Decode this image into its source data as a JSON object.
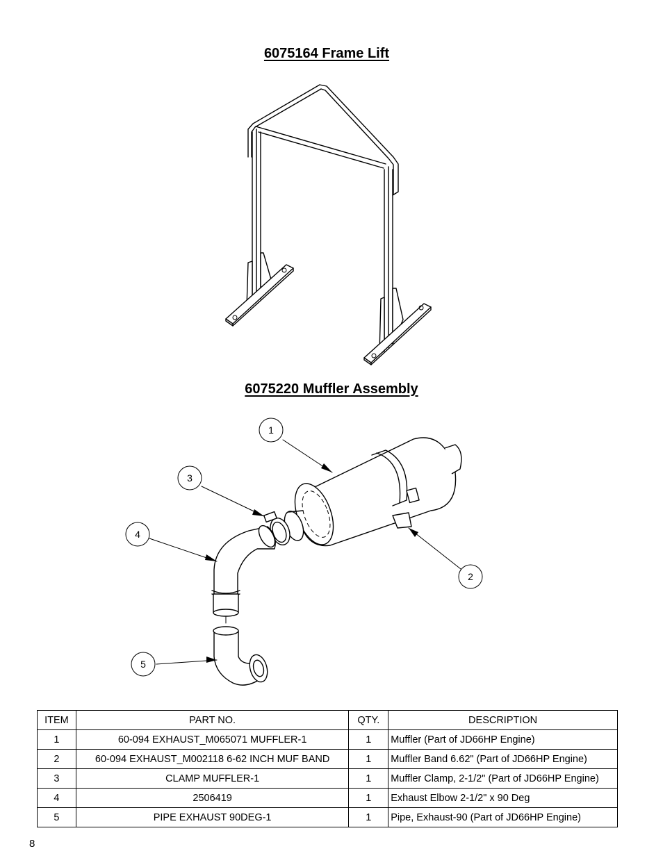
{
  "frame_title": "6075164 Frame Lift",
  "muffler_title": "6075220 Muffler Assembly",
  "callouts": [
    "1",
    "2",
    "3",
    "4",
    "5"
  ],
  "table": {
    "headers": [
      "ITEM",
      "PART NO.",
      "QTY.",
      "DESCRIPTION"
    ],
    "rows": [
      [
        "1",
        "60-094 EXHAUST_M065071 MUFFLER-1",
        "1",
        "Muffler (Part of JD66HP Engine)"
      ],
      [
        "2",
        "60-094 EXHAUST_M002118 6-62 INCH MUF BAND",
        "1",
        "Muffler Band 6.62\" (Part of JD66HP Engine)"
      ],
      [
        "3",
        "CLAMP MUFFLER-1",
        "1",
        "Muffler Clamp, 2-1/2\" (Part of JD66HP Engine)"
      ],
      [
        "4",
        "2506419",
        "1",
        "Exhaust Elbow 2-1/2\" x 90 Deg"
      ],
      [
        "5",
        "PIPE EXHAUST 90DEG-1",
        "1",
        "Pipe, Exhaust-90 (Part of JD66HP Engine)"
      ]
    ]
  },
  "page_number": "8"
}
